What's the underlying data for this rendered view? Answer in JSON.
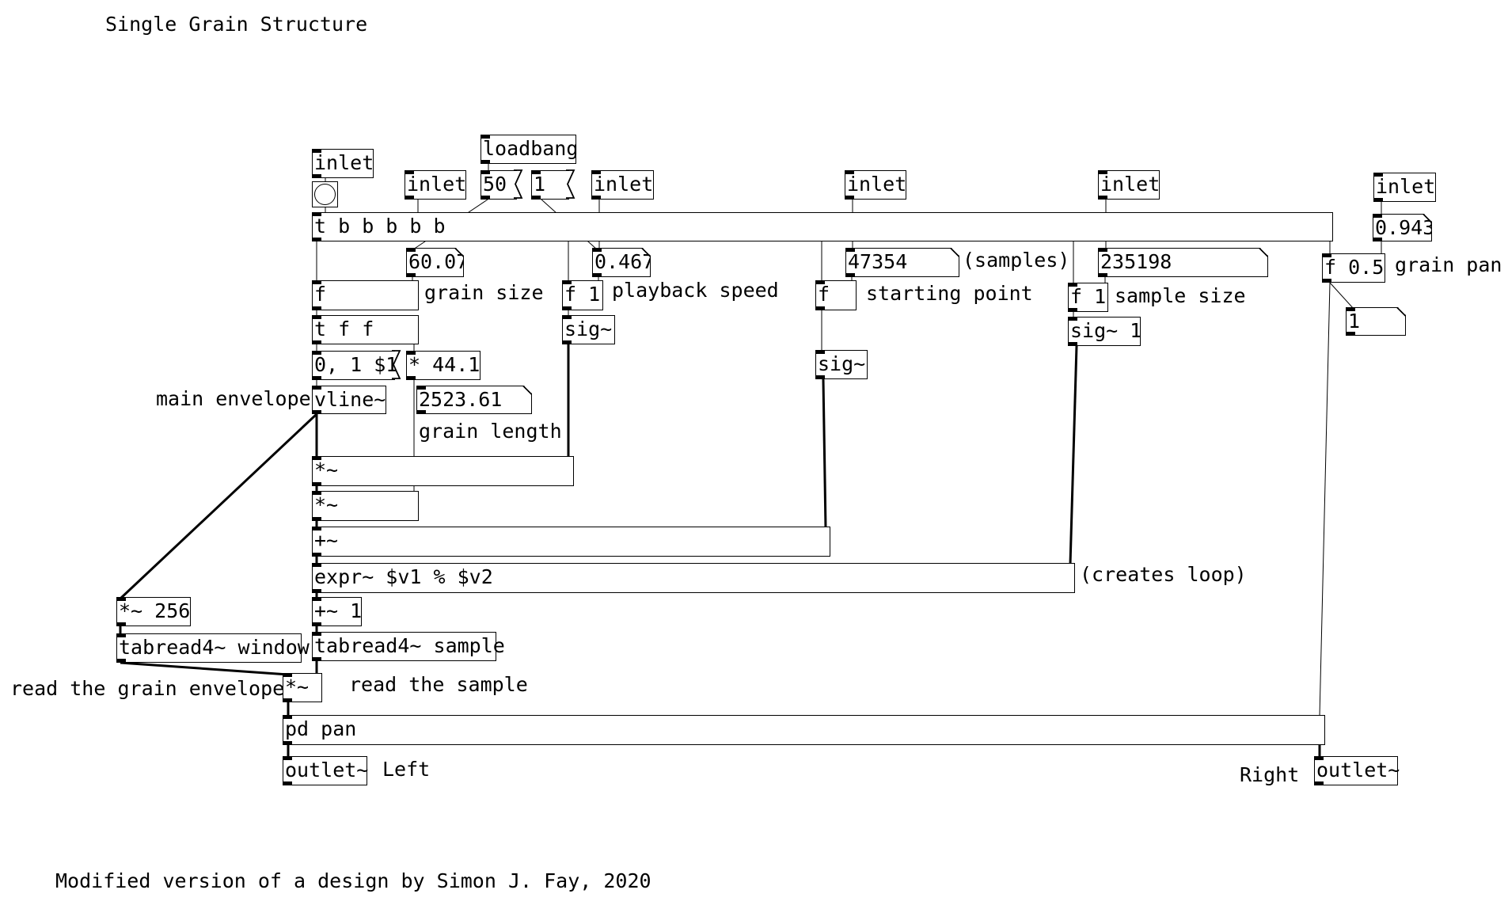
{
  "title": "Single Grain Structure",
  "credit": "Modified version of a design by Simon J. Fay, 2020",
  "objects": {
    "inlet_trigger": "inlet",
    "inlet_size": "inlet",
    "loadbang": "loadbang",
    "inlet_speed": "inlet",
    "inlet_start": "inlet",
    "inlet_samplesize": "inlet",
    "inlet_pan": "inlet",
    "trigger": "t b b b b b",
    "f_size": "f",
    "t_ff": "t f f",
    "mul_441": "* 44.1",
    "vline": "vline~",
    "f_speed": "f 1",
    "sig_speed": "sig~",
    "f_start": "f",
    "sig_start": "sig~",
    "f_samplesize": "f 1",
    "sig_samplesize": "sig~ 1",
    "f_pan": "f 0.5",
    "mul_sig_1": "*~",
    "mul_sig_2": "*~",
    "add_sig": "+~",
    "expr": "expr~ $v1 % $v2",
    "add_one": "+~ 1",
    "mul_256": "*~ 256",
    "tabread_window": "tabread4~ window",
    "tabread_sample": "tabread4~ sample",
    "mul_final": "*~",
    "pd_pan": "pd pan",
    "outlet_left": "outlet~",
    "outlet_right": "outlet~"
  },
  "messages": {
    "msg_50": "50",
    "msg_1": "1",
    "msg_env": "0, 1 $1"
  },
  "numbers": {
    "grain_size": "60.07",
    "speed": "0.467",
    "start": "47354",
    "sample_size": "235198",
    "grain_length": "2523.61",
    "pan": "0.943",
    "pan_out": "1"
  },
  "comments": {
    "grain_size": "grain size",
    "playback_speed": "playback speed",
    "samples": "(samples)",
    "starting_point": "starting point",
    "sample_size": "sample size",
    "grain_pan": "grain pan",
    "main_envelope": "main envelope",
    "grain_length": "grain length",
    "creates_loop": "(creates loop)",
    "read_envelope": "read the grain envelope",
    "read_sample": "read the sample",
    "left": "Left",
    "right": "Right"
  }
}
